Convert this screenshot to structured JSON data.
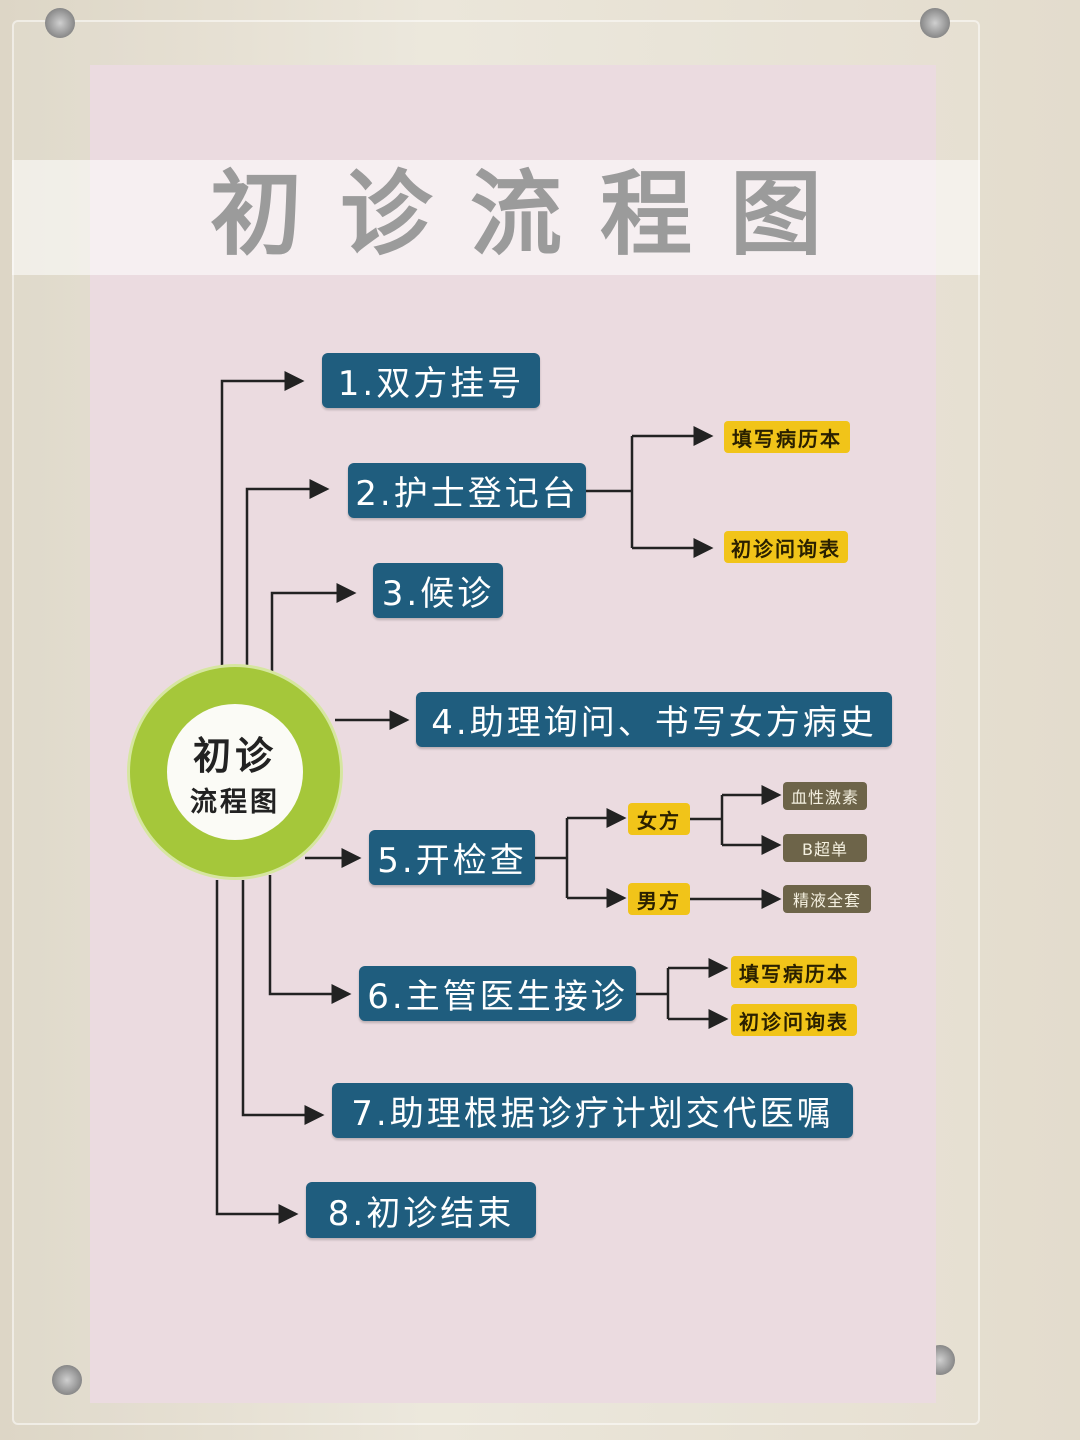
{
  "title": "初诊流程图",
  "center": {
    "line1": "初诊",
    "line2": "流程图"
  },
  "steps": [
    {
      "label": "1.双方挂号"
    },
    {
      "label": "2.护士登记台",
      "subs": [
        "填写病历本",
        "初诊问询表"
      ]
    },
    {
      "label": "3.候诊"
    },
    {
      "label": "4.助理询问、书写女方病史"
    },
    {
      "label": "5.开检查",
      "female": {
        "label": "女方",
        "items": [
          "血性激素",
          "B超单"
        ]
      },
      "male": {
        "label": "男方",
        "items": [
          "精液全套"
        ]
      }
    },
    {
      "label": "6.主管医生接诊",
      "subs": [
        "填写病历本",
        "初诊问询表"
      ]
    },
    {
      "label": "7.助理根据诊疗计划交代医嘱"
    },
    {
      "label": "8.初诊结束"
    }
  ],
  "colors": {
    "step": "#1f5d7e",
    "sub": "#f1c419",
    "leaf": "#6d6449",
    "center": "#a5c73a",
    "poster": "#ebdbe0"
  }
}
